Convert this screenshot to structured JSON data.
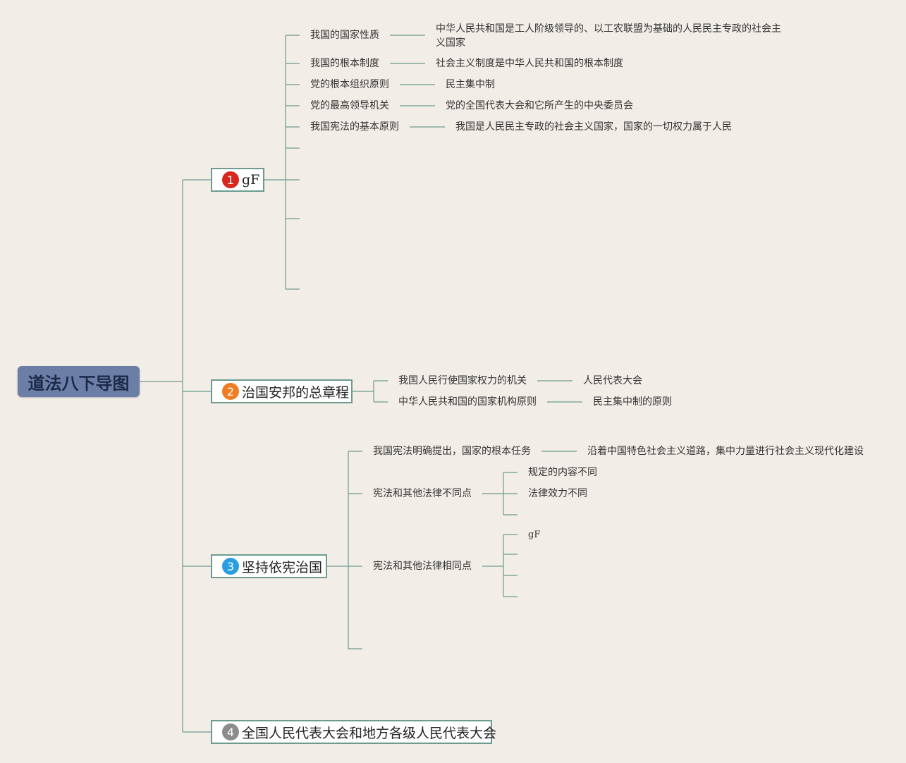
{
  "root": {
    "title": "道法八下导图"
  },
  "colors": {
    "background": "#f2ede7",
    "line": "#6d9b8f",
    "root_fill": "#6b7fa6",
    "badge_1": "#d7271f",
    "badge_2": "#ef7d23",
    "badge_3": "#2a9ee1",
    "badge_4": "#8c8c8c"
  },
  "branches": [
    {
      "number": "1",
      "label": "gF",
      "items": [
        {
          "label": "我国的国家性质",
          "value_line1": "中华人民共和国是工人阶级领导的、以工农联盟为基础的人民民主专政的社会主",
          "value_line2": "义国家"
        },
        {
          "label": "我国的根本制度",
          "value": "社会主义制度是中华人民共和国的根本制度"
        },
        {
          "label": "党的根本组织原则",
          "value": "民主集中制"
        },
        {
          "label": "党的最高领导机关",
          "value": "党的全国代表大会和它所产生的中央委员会"
        },
        {
          "label": "我国宪法的基本原则",
          "value": "我国是人民民主专政的社会主义国家，国家的一切权力属于人民"
        }
      ]
    },
    {
      "number": "2",
      "label": "治国安邦的总章程",
      "items": [
        {
          "label": "我国人民行使国家权力的机关",
          "value": "人民代表大会"
        },
        {
          "label": "中华人民共和国的国家机构原则",
          "value": "民主集中制的原则"
        }
      ]
    },
    {
      "number": "3",
      "label": "坚持依宪治国",
      "items": [
        {
          "label": "我国宪法明确提出，国家的根本任务",
          "value": "沿着中国特色社会主义道路，集中力量进行社会主义现代化建设"
        },
        {
          "label": "宪法和其他法律不同点",
          "subitems": [
            "规定的内容不同",
            "法律效力不同"
          ]
        },
        {
          "label": "宪法和其他法律相同点",
          "subitems": [
            "gF"
          ]
        }
      ]
    },
    {
      "number": "4",
      "label": "全国人民代表大会和地方各级人民代表大会"
    }
  ]
}
